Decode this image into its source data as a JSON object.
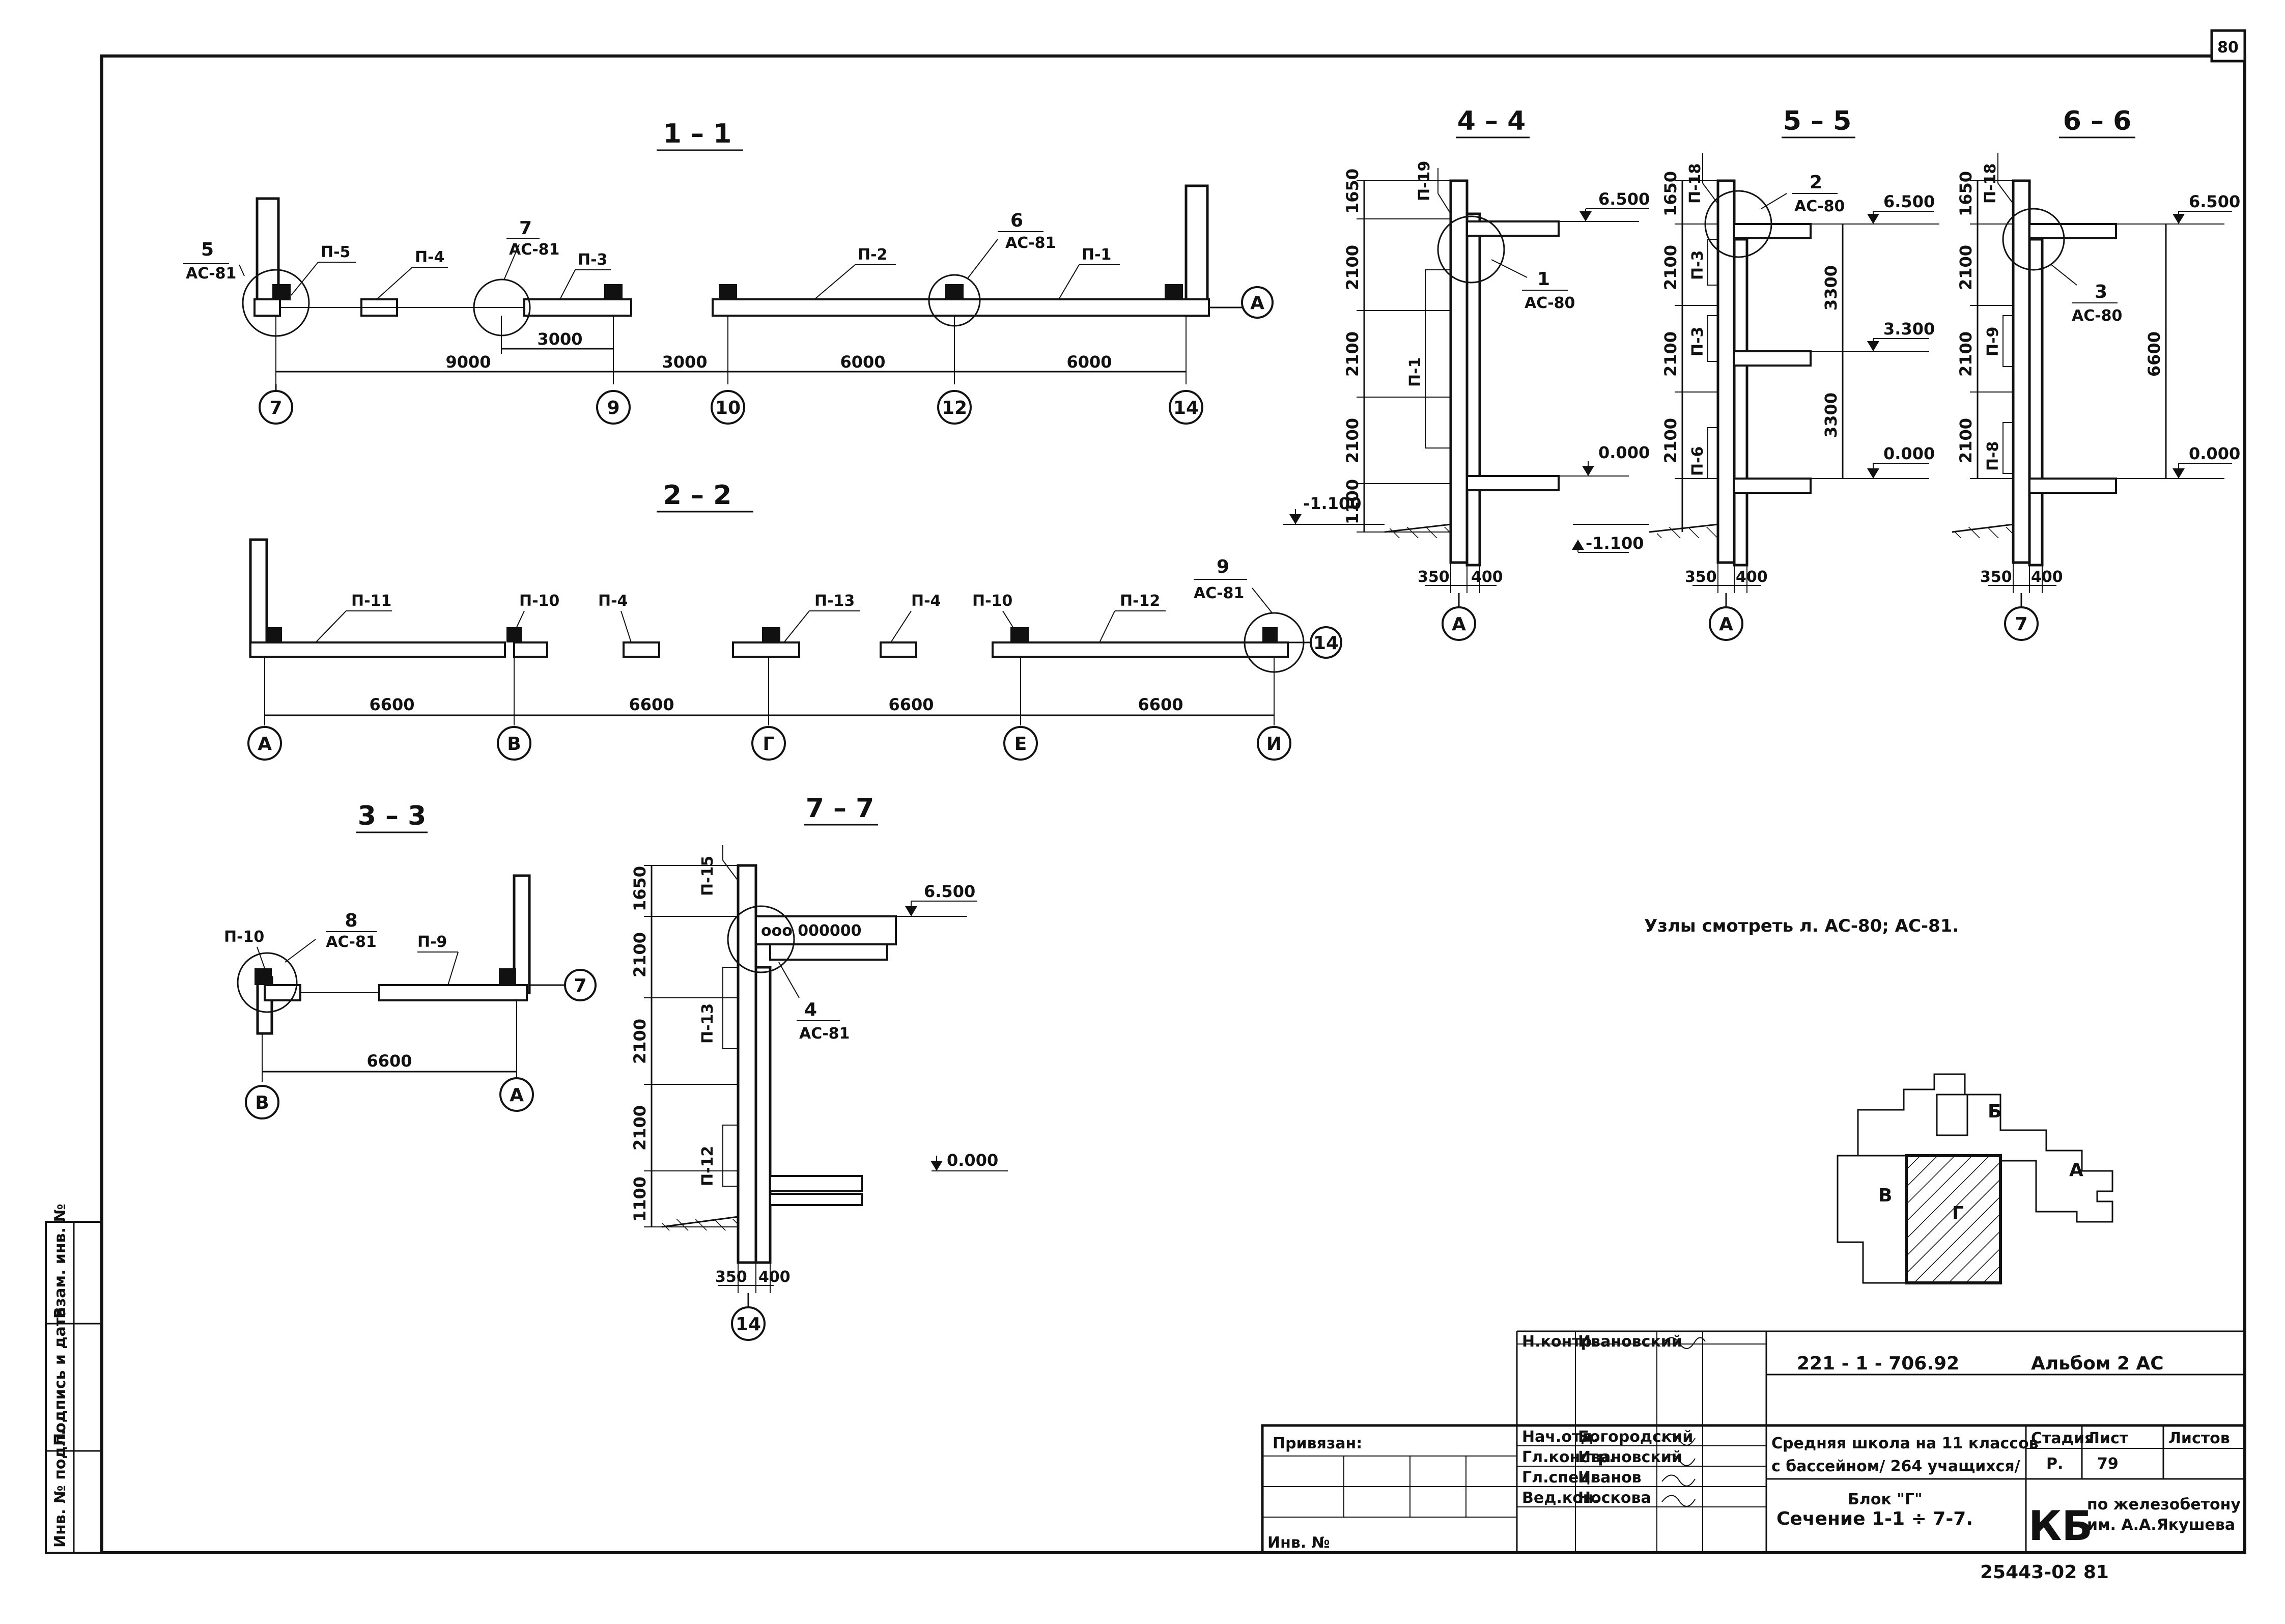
{
  "sheet_number": "80",
  "sections": {
    "s11": {
      "title": "1 – 1",
      "panels": [
        "П-5",
        "П-4",
        "П-3",
        "П-2",
        "П-1"
      ],
      "nodes": [
        {
          "num": "5",
          "ref": "АС-81"
        },
        {
          "num": "7",
          "ref": "АС-81"
        },
        {
          "num": "6",
          "ref": "АС-81"
        }
      ],
      "dims": [
        "9000",
        "3000",
        "3000",
        "6000",
        "6000"
      ],
      "axes": [
        "7",
        "9",
        "10",
        "12",
        "14"
      ],
      "axis_end": "А"
    },
    "s22": {
      "title": "2 – 2",
      "panels": [
        "П-11",
        "П-10",
        "П-4",
        "П-13",
        "П-4",
        "П-10",
        "П-12"
      ],
      "node": {
        "num": "9",
        "ref": "АС-81"
      },
      "dims": [
        "6600",
        "6600",
        "6600",
        "6600"
      ],
      "axes": [
        "А",
        "В",
        "Г",
        "Е",
        "И"
      ],
      "axis_end": "14"
    },
    "s33": {
      "title": "3 – 3",
      "panels": [
        "П-10",
        "П-9"
      ],
      "node": {
        "num": "8",
        "ref": "АС-81"
      },
      "dims": [
        "6600"
      ],
      "axes": [
        "В",
        "А"
      ],
      "axis_end": "7"
    },
    "s44": {
      "title": "4 – 4",
      "panels": [
        "П-19",
        "П-1"
      ],
      "node": {
        "num": "1",
        "ref": "АС-80"
      },
      "vdims": [
        "1650",
        "2100",
        "2100",
        "2100",
        "1100"
      ],
      "levels": [
        "6.500",
        "0.000",
        "-1.100"
      ],
      "bdims": [
        "350",
        "400"
      ],
      "axis": "А"
    },
    "s55": {
      "title": "5 – 5",
      "panels": [
        "П-18",
        "П-3",
        "П-3",
        "П-6"
      ],
      "node": {
        "num": "2",
        "ref": "АС-80"
      },
      "vdims": [
        "1650",
        "2100",
        "2100",
        "2100"
      ],
      "vdims_r": [
        "3300",
        "3300"
      ],
      "levels": [
        "6.500",
        "3.300",
        "0.000",
        "-1.100"
      ],
      "bdims": [
        "350",
        "400"
      ],
      "axis": "А"
    },
    "s66": {
      "title": "6 – 6",
      "panels": [
        "П-18",
        "П-9",
        "П-8"
      ],
      "node": {
        "num": "3",
        "ref": "АС-80"
      },
      "vdims": [
        "1650",
        "2100",
        "2100",
        "2100"
      ],
      "vdim_r": "6600",
      "levels": [
        "6.500",
        "0.000"
      ],
      "bdims": [
        "350",
        "400"
      ],
      "axis": "7"
    },
    "s77": {
      "title": "7 – 7",
      "panels": [
        "П-15",
        "П-13",
        "П-12"
      ],
      "node": {
        "num": "4",
        "ref": "АС-81"
      },
      "vdims": [
        "1650",
        "2100",
        "2100",
        "2100",
        "1100"
      ],
      "levels": [
        "6.500",
        "0.000"
      ],
      "bdims": [
        "350",
        "400"
      ],
      "axis": "14",
      "slab_text": "ооо 000000"
    }
  },
  "note": "Узлы смотреть л. АС-80; АС-81.",
  "keyplan": {
    "blocks": [
      "Б",
      "А",
      "В",
      "Г"
    ]
  },
  "side_stamp": [
    "Инв. № подл.",
    "Подпись и дата",
    "Взам. инв. №"
  ],
  "title_block": {
    "doc_code": "221 - 1 - 706.92",
    "album": "Альбом 2 АС",
    "roles": [
      "Н.контр.",
      "Нач.отд.",
      "Гл.констр.",
      "Гл.спец.",
      "Вед.кон."
    ],
    "names": [
      "Ивановский",
      "Богородский",
      "Ивановский",
      "Иванов",
      "Носкова"
    ],
    "attached": "Привязан:",
    "inv": "Инв. №",
    "project_line1": "Средняя школа на 11 классов",
    "project_line2": "с бассейном/ 264 учащихся/",
    "sheet_title_line1": "Блок \"Г\"",
    "sheet_title_line2": "Сечение 1-1 ÷ 7-7.",
    "headers": [
      "Стадия",
      "Лист",
      "Листов"
    ],
    "values": [
      "Р.",
      "79",
      ""
    ],
    "org_logo": "КБ",
    "org_line1": "по железобетону",
    "org_line2": "им. А.А.Якушева"
  },
  "footer_code": "25443-02  81"
}
